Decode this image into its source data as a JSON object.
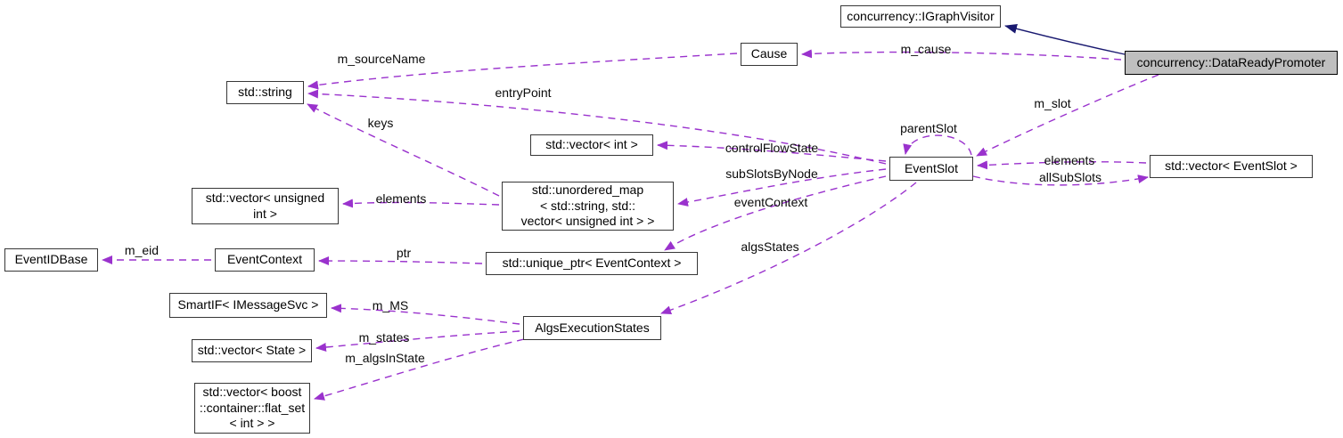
{
  "diagram": {
    "kind": "class-collaboration-graph",
    "colors": {
      "usage_edge": "#9a32cd",
      "inheritance_edge": "#191970",
      "node_fill": "#ffffff",
      "highlight_node_fill": "#bfbfbf",
      "node_border": "#373737",
      "background": "#ffffff"
    },
    "nodes": {
      "igraphvisitor": {
        "label": "concurrency::IGraphVisitor"
      },
      "datareadypromoter": {
        "label": "concurrency::DataReadyPromoter"
      },
      "cause": {
        "label": "Cause"
      },
      "stdstring": {
        "label": "std::string"
      },
      "vectorint": {
        "label": "std::vector< int >"
      },
      "eventslot": {
        "label": "EventSlot"
      },
      "vectoreventslot": {
        "label": "std::vector< EventSlot >"
      },
      "unorderedmap": {
        "label": "std::unordered_map\n< std::string, std::\nvector< unsigned int > >"
      },
      "vectorunsigned": {
        "label": "std::vector< unsigned\nint >"
      },
      "uniqueptr": {
        "label": "std::unique_ptr< EventContext >"
      },
      "eventcontext": {
        "label": "EventContext"
      },
      "eventidbase": {
        "label": "EventIDBase"
      },
      "smartif": {
        "label": "SmartIF< IMessageSvc >"
      },
      "algsexec": {
        "label": "AlgsExecutionStates"
      },
      "vectorstate": {
        "label": "std::vector< State >"
      },
      "vectorboost": {
        "label": "std::vector< boost\n::container::flat_set\n< int > >"
      }
    },
    "edge_labels": {
      "m_sourceName": {
        "label": "m_sourceName"
      },
      "m_cause": {
        "label": "m_cause"
      },
      "entryPoint": {
        "label": "entryPoint"
      },
      "keys": {
        "label": "keys"
      },
      "m_slot": {
        "label": "m_slot"
      },
      "parentSlot": {
        "label": "parentSlot"
      },
      "controlFlowState": {
        "label": "controlFlowState"
      },
      "subSlotsByNode": {
        "label": "subSlotsByNode"
      },
      "elements_vector_eventslot": {
        "label": "elements"
      },
      "allSubSlots": {
        "label": "allSubSlots"
      },
      "eventContext": {
        "label": "eventContext"
      },
      "elements_unordered_map": {
        "label": "elements"
      },
      "algsStates": {
        "label": "algsStates"
      },
      "ptr": {
        "label": "ptr"
      },
      "m_eid": {
        "label": "m_eid"
      },
      "m_MS": {
        "label": "m_MS"
      },
      "m_states": {
        "label": "m_states"
      },
      "m_algsInState": {
        "label": "m_algsInState"
      }
    }
  }
}
